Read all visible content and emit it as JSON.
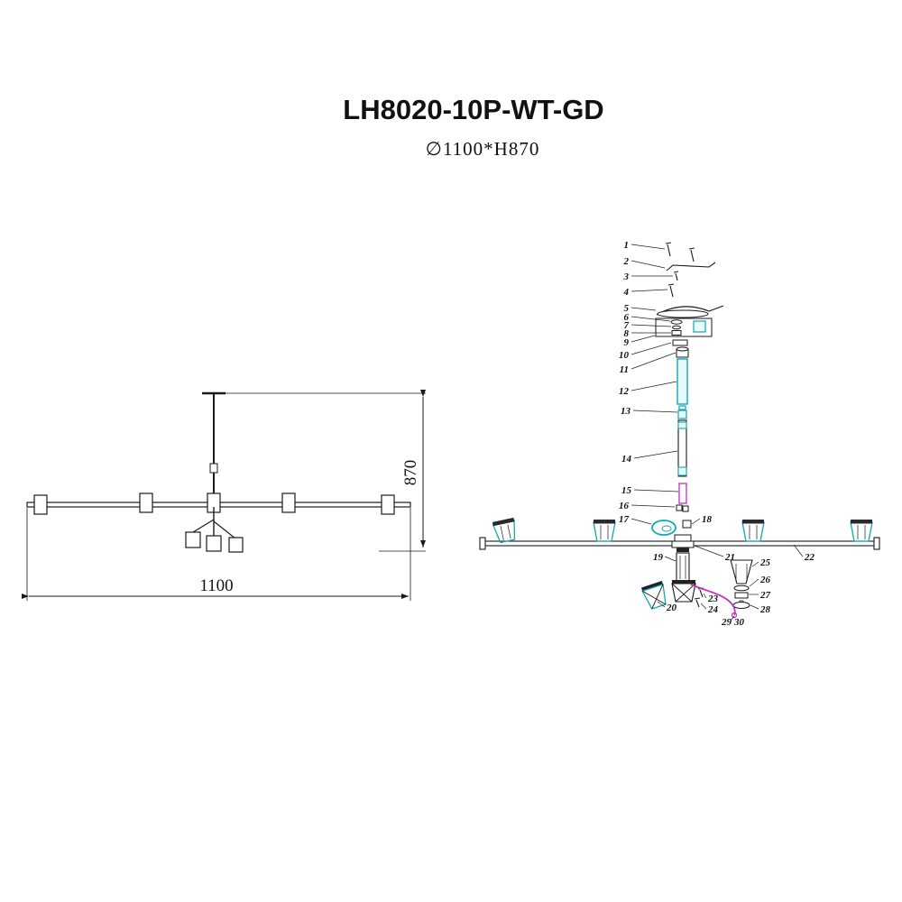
{
  "title": "LH8020-10P-WT-GD",
  "subtitle": "∅1100*H870",
  "drawing": {
    "height_label": "870",
    "width_label": "1100"
  },
  "parts": [
    "1",
    "2",
    "3",
    "4",
    "5",
    "6",
    "7",
    "8",
    "9",
    "10",
    "11",
    "12",
    "13",
    "14",
    "15",
    "16",
    "17",
    "18",
    "19",
    "20",
    "21",
    "22",
    "23",
    "24",
    "25",
    "26",
    "27",
    "28",
    "29",
    "30"
  ],
  "colors": {
    "ink": "#1a1a1a",
    "highlight_teal": "#12a7b5",
    "wire_magenta": "#c42ec4"
  }
}
